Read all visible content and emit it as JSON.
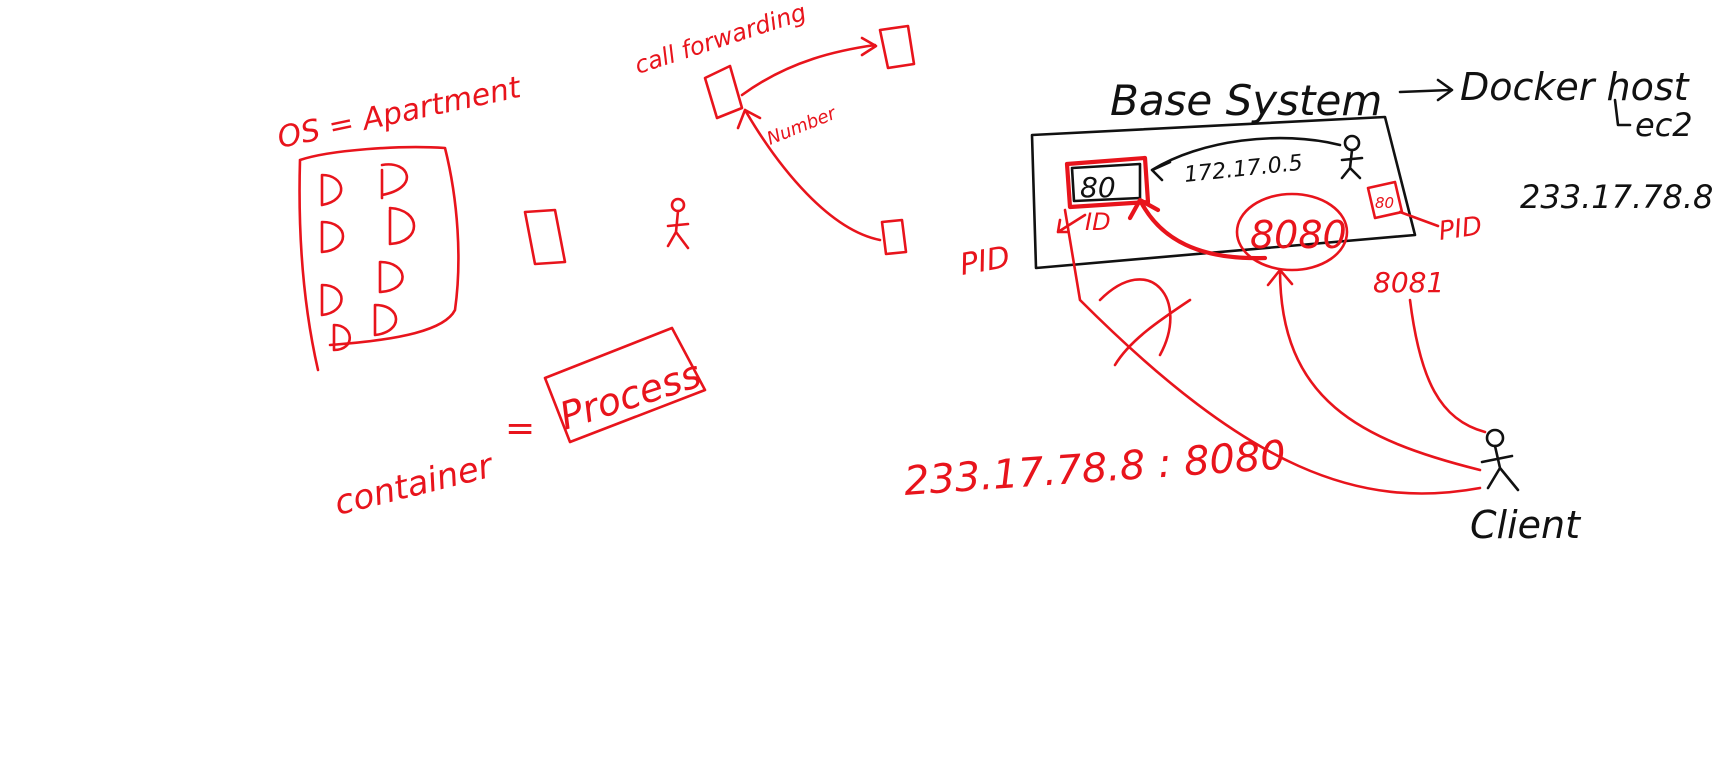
{
  "labels": {
    "os_apartment": "OS = Apartment",
    "call_forwarding": "call forwarding",
    "number": "Number",
    "container": "container",
    "equals": "=",
    "process": "Process",
    "base_system": "Base System",
    "docker_host": "Docker host",
    "ec2": "ec2",
    "host_ip": "233.17.78.8",
    "bridge_ip": "172.17.0.5",
    "port_80": "80",
    "port_8080": "8080",
    "port_8081": "8081",
    "pid_left": "PID",
    "id_inside": "ID",
    "pid_right": "PID",
    "container_80_right": "80",
    "client_url": "233.17.78.8 : 8080",
    "client": "Client"
  },
  "colors": {
    "ink_red": "#e8141c",
    "ink_black": "#111111",
    "background": "#ffffff"
  }
}
